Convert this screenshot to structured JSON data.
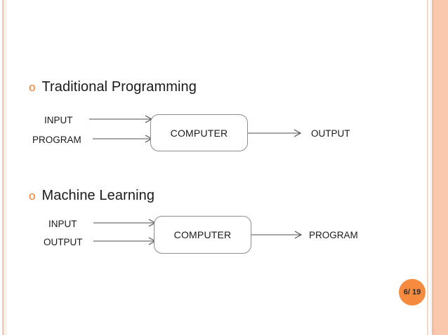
{
  "slide": {
    "background_color": "#ffffff",
    "accent_color": "#ec7c30",
    "band_color": "#fac8ad",
    "page_number": "6/ 19"
  },
  "sections": [
    {
      "bullet_glyph": "o",
      "heading": "Traditional Programming",
      "diagram": {
        "inputs": [
          "INPUT",
          "PROGRAM"
        ],
        "process": "COMPUTER",
        "output": "OUTPUT"
      }
    },
    {
      "bullet_glyph": "o",
      "heading": "Machine Learning",
      "diagram": {
        "inputs": [
          "INPUT",
          "OUTPUT"
        ],
        "process": "COMPUTER",
        "output": "PROGRAM"
      }
    }
  ]
}
